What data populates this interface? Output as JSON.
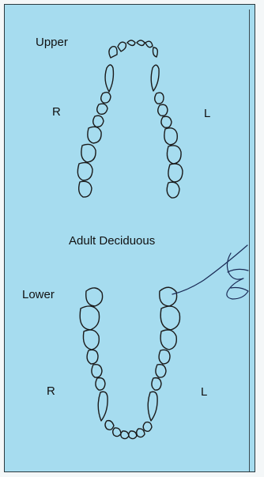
{
  "labels": {
    "upper": "Upper",
    "lower": "Lower",
    "upper_right": "R",
    "upper_left": "L",
    "lower_right": "R",
    "lower_left": "L",
    "dentition": "Adult Deciduous"
  },
  "colors": {
    "panel_background": "#a6dcef",
    "tooth_outline": "#1a1a1a",
    "annotation_ink": "#1a2a55"
  }
}
